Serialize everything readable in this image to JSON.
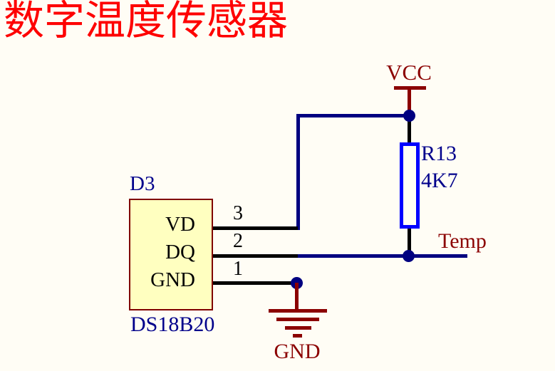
{
  "title": {
    "text": "数字温度传感器"
  },
  "sensor": {
    "designator": "D3",
    "part": "DS18B20",
    "pins": [
      {
        "number": "3",
        "name": "VD"
      },
      {
        "number": "2",
        "name": "DQ"
      },
      {
        "number": "1",
        "name": "GND"
      }
    ]
  },
  "resistor": {
    "designator": "R13",
    "value": "4K7"
  },
  "nets": {
    "vcc": "VCC",
    "gnd": "GND",
    "temp": "Temp"
  },
  "colors": {
    "page_bg": "#FFFDF5",
    "title_red": "#FE0000",
    "wire": "#000080",
    "pin": "#000000",
    "power": "#8B0000",
    "resistor_outline": "#0000FF",
    "label_blue": "#00008B",
    "component_fill": "#FFFFC0",
    "component_border": "#800000"
  }
}
